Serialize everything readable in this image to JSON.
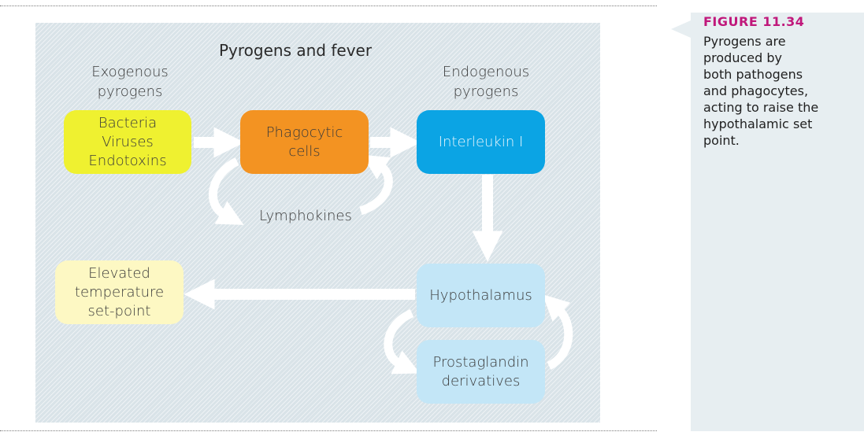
{
  "diagram": {
    "title": "Pyrogens and fever",
    "labels": {
      "exogenous": "Exogenous\npyrogens",
      "endogenous": "Endogenous\npyrogens",
      "lymphokines": "Lymphokines"
    },
    "boxes": {
      "bacteria": "Bacteria\nViruses\nEndotoxins",
      "phagocytic": "Phagocytic\ncells",
      "interleukin": "Interleukin I",
      "hypothalamus": "Hypothalamus",
      "prostaglandin": "Prostaglandin\nderivatives",
      "elevated": "Elevated\ntemperature\nset-point"
    },
    "colors": {
      "bacteria": "#eff130",
      "phagocytic": "#f39322",
      "interleukin": "#0ba4e4",
      "hypothalamus": "#c3e6f7",
      "prostaglandin": "#c3e6f7",
      "elevated": "#fdf8c3",
      "arrow": "#ffffff"
    }
  },
  "sidebar": {
    "figure_number": "FIGURE 11.34",
    "caption": "Pyrogens are\nproduced by\nboth pathogens\nand phagocytes,\nacting to raise the\nhypothalamic set\npoint.",
    "accent": "#c0187b"
  }
}
